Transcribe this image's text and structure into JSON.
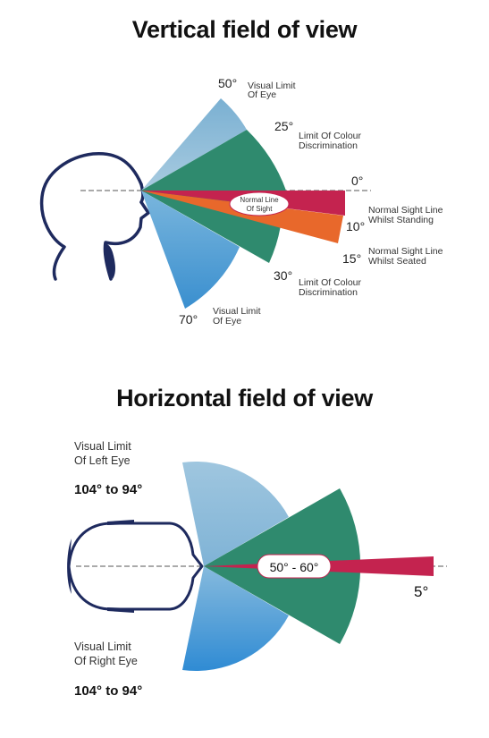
{
  "vertical": {
    "title": "Vertical field of view",
    "labels": {
      "up50_deg": "50°",
      "up50_text1": "Visual Limit",
      "up50_text2": "Of Eye",
      "up25_deg": "25°",
      "up25_text1": "Limit Of Colour",
      "up25_text2": "Discrimination",
      "zero_deg": "0°",
      "normal_line1": "Normal Line",
      "normal_line2": "Of Sight",
      "d10_deg": "10°",
      "d10_text1": "Normal Sight Line",
      "d10_text2": "Whilst Standing",
      "d15_deg": "15°",
      "d15_text1": "Normal Sight Line",
      "d15_text2": "Whilst Seated",
      "d30_deg": "30°",
      "d30_text1": "Limit Of Colour",
      "d30_text2": "Discrimination",
      "d70_deg": "70°",
      "d70_text1": "Visual Limit",
      "d70_text2": "Of Eye"
    }
  },
  "horizontal": {
    "title": "Horizontal field of view",
    "labels": {
      "left_text1": "Visual Limit",
      "left_text2": "Of Left Eye",
      "left_range": "104° to 94°",
      "right_text1": "Visual Limit",
      "right_text2": "Of Right Eye",
      "right_range": "104° to 94°",
      "center_range": "50° - 60°",
      "focus_deg": "5°"
    }
  },
  "colors": {
    "visual_limit_light": "#8fbcd8",
    "visual_limit_dark": "#3d8fcc",
    "colour_discrimination": "#2f8a6e",
    "normal_standing": "#c4234f",
    "normal_seated": "#e8682b",
    "outline": "#1e2a5e"
  }
}
